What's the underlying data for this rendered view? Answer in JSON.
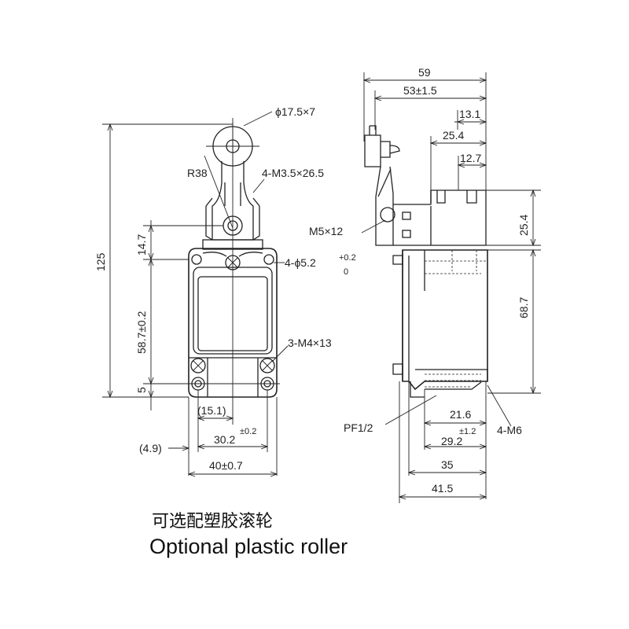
{
  "front_view": {
    "roller_dim": "ϕ17.5×7",
    "radius": "R38",
    "screw_holes_top": "4-M3.5×26.5",
    "height_14_7": "14.7",
    "height_125": "125",
    "height_58_7": "58.7±0.2",
    "height_5": "5",
    "mount_holes": "4-ϕ5.2",
    "mount_tol_upper": "+0.2",
    "mount_tol_lower": "0",
    "cover_screws": "3-M4×13",
    "width_15_1": "(15.1)",
    "width_30_2": "30.2",
    "width_30_2_tol": "±0.2",
    "width_4_9": "(4.9)",
    "width_40": "40±0.7"
  },
  "side_view": {
    "width_59": "59",
    "width_53": "53±1.5",
    "width_13_1": "13.1",
    "width_25_4_top": "25.4",
    "width_12_7": "12.7",
    "screw_m5": "M5×12",
    "height_25_4": "25.4",
    "height_68_7": "68.7",
    "conduit": "PF1/2",
    "thread_m6": "4-M6",
    "width_21_6": "21.6",
    "width_29_2": "29.2",
    "width_29_2_tol": "±1.2",
    "width_35": "35",
    "width_41_5": "41.5"
  },
  "caption": {
    "chinese": "可选配塑胶滚轮",
    "english": "Optional plastic roller"
  }
}
